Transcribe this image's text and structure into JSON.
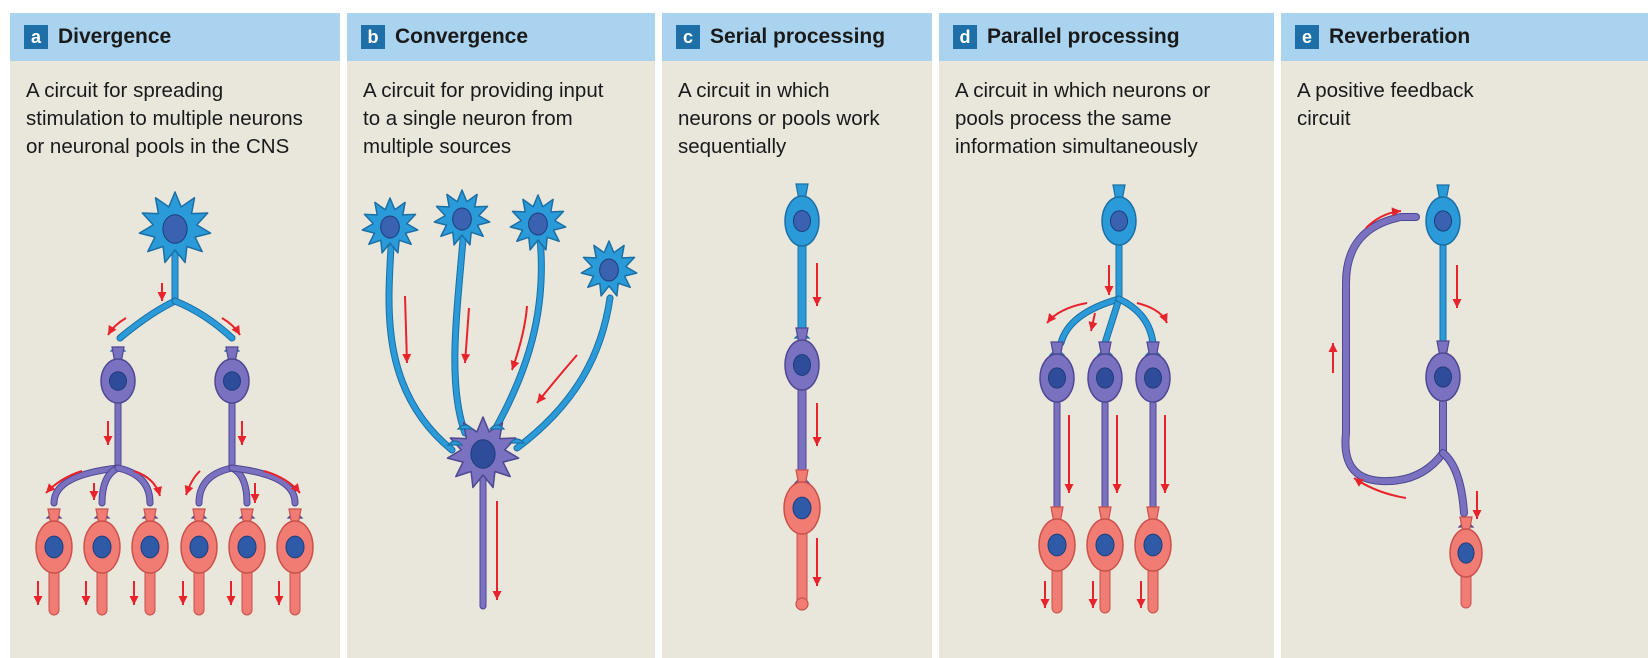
{
  "colors": {
    "header_bg": "#a9d3ee",
    "badge_bg": "#1e6fa8",
    "panel_bg": "#e9e6dc",
    "blue_neuron": "#2a9bd8",
    "purple_neuron": "#7a72c0",
    "red_neuron": "#f07c74",
    "arrow": "#e8232b"
  },
  "panels": [
    {
      "letter": "a",
      "title": "Divergence",
      "desc": [
        "A circuit for spreading",
        "stimulation to multiple neurons",
        "or neuronal pools in the CNS"
      ]
    },
    {
      "letter": "b",
      "title": "Convergence",
      "desc": [
        "A circuit for providing input",
        "to a single neuron from",
        "multiple sources"
      ]
    },
    {
      "letter": "c",
      "title": "Serial processing",
      "desc": [
        "A circuit in which",
        "neurons or pools work",
        "sequentially"
      ]
    },
    {
      "letter": "d",
      "title": "Parallel processing",
      "desc": [
        "A circuit in which neurons or",
        "pools process the same",
        "information simultaneously"
      ]
    },
    {
      "letter": "e",
      "title": "Reverberation",
      "desc": [
        "A positive feedback",
        "circuit"
      ]
    }
  ]
}
